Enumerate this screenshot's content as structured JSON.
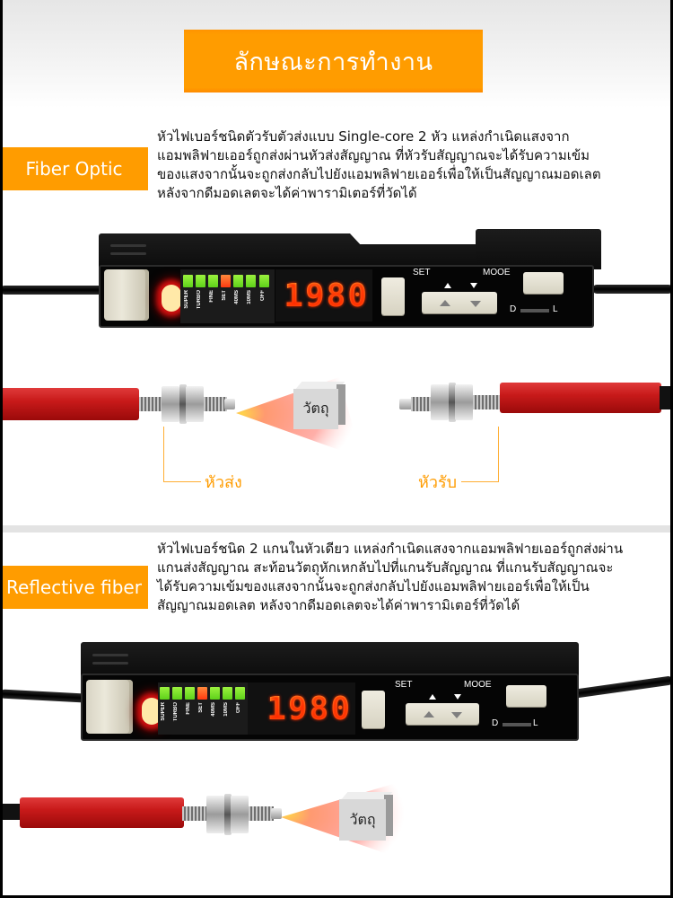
{
  "header": {
    "title": "ลักษณะการทำงาน",
    "accent_color": "#ff9c00"
  },
  "sections": [
    {
      "tag": "Fiber Optic",
      "description_lines": [
        "หัวไฟเบอร์ชนิดตัวรับตัวส่งแบบ Single-core 2 หัว แหล่งกำเนิดแสงจาก",
        "แอมพลิฟายเออร์ถูกส่งผ่านหัวส่งสัญญาณ ที่หัวรับสัญญาณจะได้รับความเข้ม",
        "ของแสงจากนั้นจะถูกส่งกลับไปยังแอมพลิฟายเออร์เพื่อให้เป็นสัญญาณมอดเลต",
        "หลังจากดีมอดเลตจะได้ค่าพารามิเตอร์ที่วัดได้"
      ],
      "amplifier": {
        "display_value": "1980",
        "led_labels": [
          "SUPER",
          "TURBO",
          "FINE",
          "SET",
          "40MS",
          "10MS",
          "OFF"
        ],
        "active_red_led": "SET",
        "set_label": "SET",
        "mode_label": "MOOE",
        "switch_left": "D",
        "switch_right": "L"
      },
      "diagram": {
        "object_label": "วัตถุ",
        "emitter_label": "หัวส่ง",
        "receiver_label": "หัวรับ"
      }
    },
    {
      "tag": "Reflective fiber",
      "description_lines": [
        "หัวไฟเบอร์ชนิด 2 แกนในหัวเดียว แหล่งกำเนิดแสงจากแอมพลิฟายเออร์ถูกส่งผ่าน",
        "แกนส่งสัญญาณ สะท้อนวัตถุหักเหกลับไปที่แกนรับสัญญาณ ที่แกนรับสัญญาณจะ",
        "ได้รับความเข้มของแสงจากนั้นจะถูกส่งกลับไปยังแอมพลิฟายเออร์เพื่อให้เป็น",
        "สัญญาณมอดเลต หลังจากดีมอดเลตจะได้ค่าพารามิเตอร์ที่วัดได้"
      ],
      "amplifier": {
        "display_value": "1980",
        "led_labels": [
          "SUPER",
          "TURBO",
          "FINE",
          "SET",
          "40MS",
          "10MS",
          "OFF"
        ],
        "active_red_led": "SET",
        "set_label": "SET",
        "mode_label": "MOOE",
        "switch_left": "D",
        "switch_right": "L"
      },
      "diagram": {
        "object_label": "วัตถุ"
      }
    }
  ]
}
